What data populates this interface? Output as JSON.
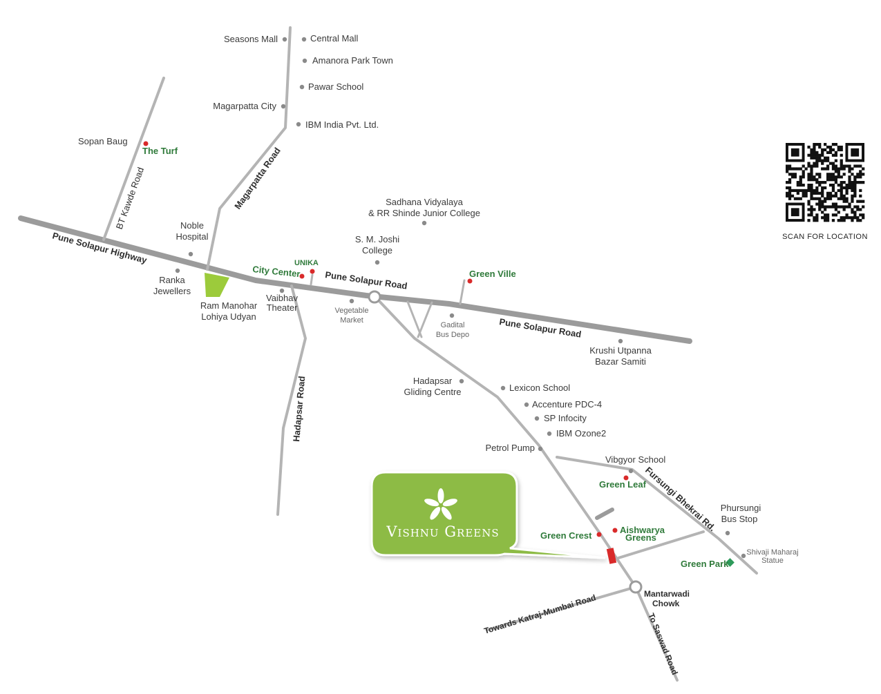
{
  "colors": {
    "highway": "#9b9b9b",
    "road": "#b4b4b4",
    "poi_dot": "#8a8a8a",
    "project_dot": "#d92a2a",
    "project_text": "#2f7a3a",
    "park": "#9ccb3b",
    "brand_bg": "#8dbb45",
    "site_marker": "#d92a2a",
    "green_park_marker": "#2e9a5a"
  },
  "roads": {
    "pune_solapur_highway": "Pune Solapur Highway",
    "pune_solapur_road_1": "Pune Solapur Road",
    "pune_solapur_road_2": "Pune Solapur Road",
    "magarpatta_road": "Magarpatta Road",
    "bt_kawde_road": "BT Kawde Road",
    "hadapsar_road": "Hadapsar Road",
    "fursungi_bhekrai": "Fursungi Bhekrai Rd.",
    "towards_katraj": "Towards Katraj-Mumbai Road",
    "to_saswad": "To Saswad Road"
  },
  "places": {
    "seasons_mall": "Seasons Mall",
    "central_mall": "Central Mall",
    "amanora": "Amanora Park Town",
    "pawar_school": "Pawar School",
    "magarpatta_city": "Magarpatta City",
    "ibm_india": "IBM India Pvt. Ltd.",
    "sopan_baug": "Sopan Baug",
    "sadhana_1": "Sadhana Vidyalaya",
    "sadhana_2": "& RR Shinde Junior College",
    "noble_1": "Noble",
    "noble_2": "Hospital",
    "sm_joshi_1": "S. M. Joshi",
    "sm_joshi_2": "College",
    "ranka_1": "Ranka",
    "ranka_2": "Jewellers",
    "ram_1": "Ram Manohar",
    "ram_2": "Lohiya Udyan",
    "vaibhav_1": "Vaibhav",
    "vaibhav_2": "Theater",
    "vegetable_1": "Vegetable",
    "vegetable_2": "Market",
    "gadital_1": "Gadital",
    "gadital_2": "Bus Depo",
    "krushi_1": "Krushi Utpanna",
    "krushi_2": "Bazar Samiti",
    "gliding_1": "Hadapsar",
    "gliding_2": "Gliding Centre",
    "lexicon": "Lexicon School",
    "accenture": "Accenture PDC-4",
    "sp_infocity": "SP Infocity",
    "ibm_ozone": "IBM Ozone2",
    "petrol_pump": "Petrol Pump",
    "vibgyor": "Vibgyor School",
    "phursungi_1": "Phursungi",
    "phursungi_2": "Bus Stop",
    "shivaji_1": "Shivaji  Maharaj",
    "shivaji_2": "Statue",
    "mantarwadi_1": "Mantarwadi",
    "mantarwadi_2": "Chowk"
  },
  "projects": {
    "the_turf": "The Turf",
    "city_center": "City Center",
    "unika": "UNIKA",
    "green_ville": "Green Ville",
    "green_leaf": "Green Leaf",
    "green_crest": "Green Crest",
    "aishwarya_1": "Aishwarya",
    "aishwarya_2": "Greens",
    "green_park": "Green Park"
  },
  "brand": {
    "name": "Vishnu Greens",
    "logo_icon": "flower-logo-icon"
  },
  "qr": {
    "caption": "SCAN FOR LOCATION",
    "icon": "qr-code-icon"
  }
}
